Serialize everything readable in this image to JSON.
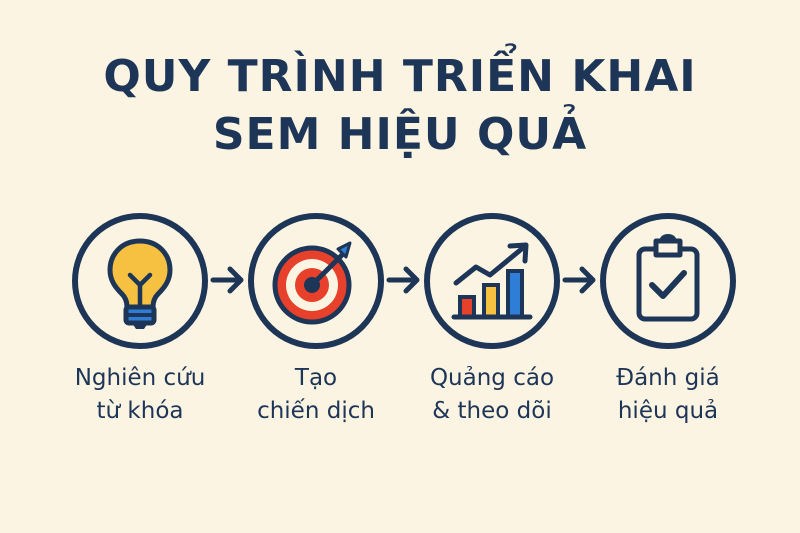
{
  "title": {
    "line1": "QUY TRÌNH TRIỂN KHAI",
    "line2": "SEM HIỆU QUẢ"
  },
  "steps": [
    {
      "icon": "lightbulb-icon",
      "label_line1": "Nghiên cứu",
      "label_line2": "từ khóa"
    },
    {
      "icon": "target-icon",
      "label_line1": "Tạo",
      "label_line2": "chiến dịch"
    },
    {
      "icon": "bar-chart-icon",
      "label_line1": "Quảng cáo",
      "label_line2": "& theo dõi"
    },
    {
      "icon": "clipboard-check-icon",
      "label_line1": "Đánh giá",
      "label_line2": "hiệu quả"
    }
  ],
  "colors": {
    "background": "#fbf4e2",
    "navy": "#1d3557",
    "yellow": "#f6c141",
    "red": "#e8412b",
    "blue": "#2e7dd6"
  }
}
